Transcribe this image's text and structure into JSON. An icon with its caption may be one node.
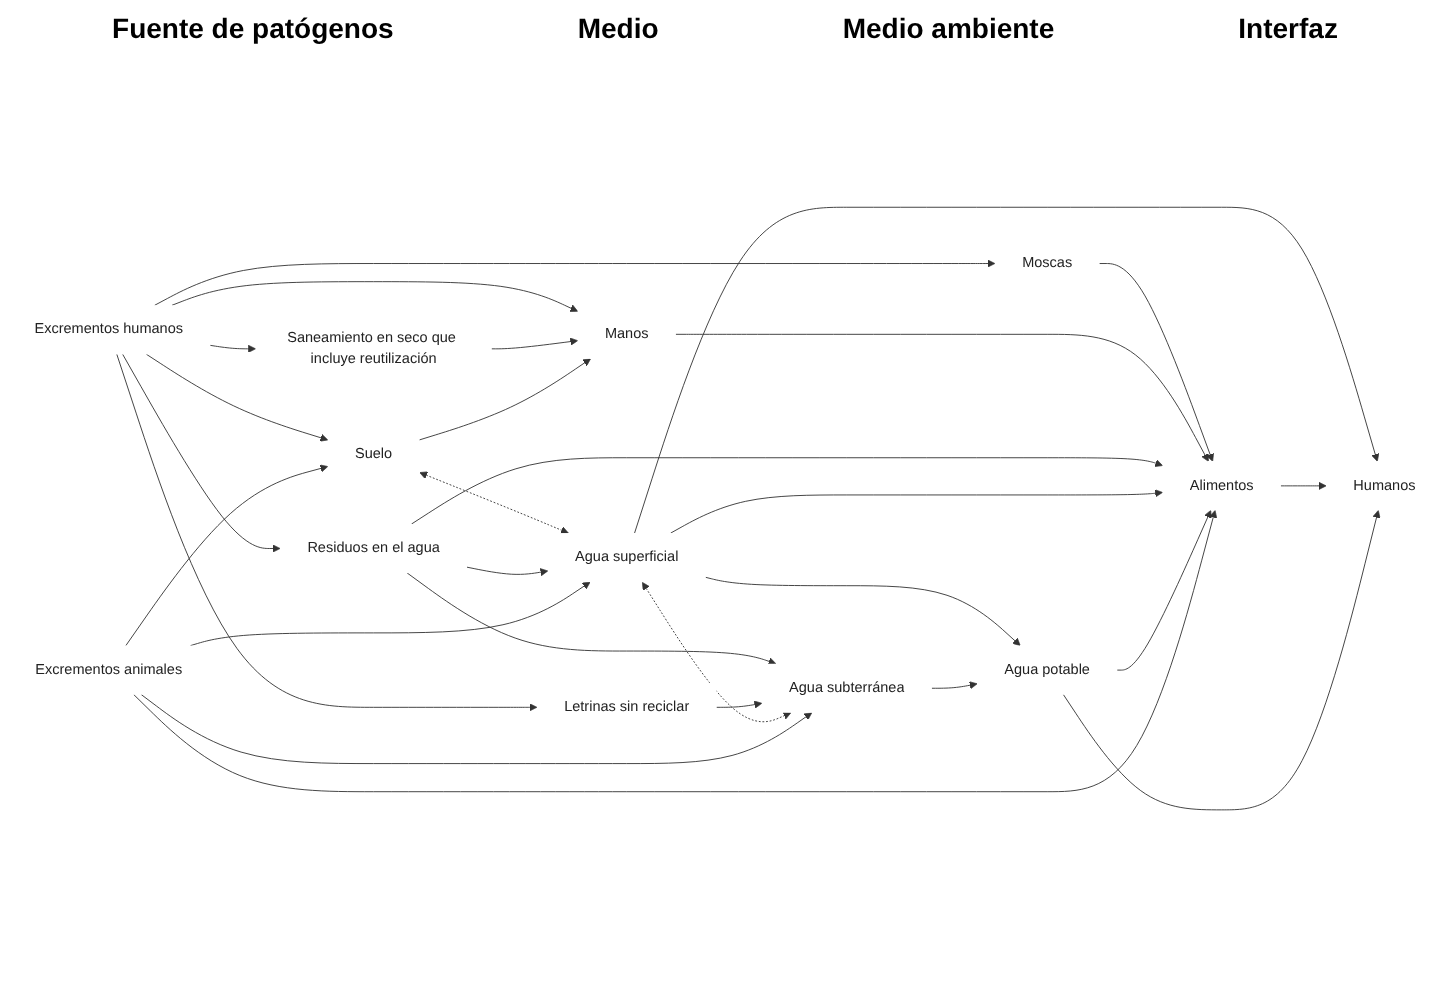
{
  "diagram": {
    "nodes": [
      {
        "text": [
          "Excrementos humanos"
        ]
      },
      {
        "text": [
          "Saneamiento en seco que incluye reutilización"
        ]
      },
      {
        "text": [
          "Manos"
        ]
      },
      {
        "text": [
          "Residuos en el agua"
        ]
      },
      {
        "text": [
          "Letrinas sin reciclar"
        ]
      },
      {
        "text": [
          "Moscas"
        ]
      },
      {
        "text": [
          "Suelo"
        ]
      },
      {
        "text": [
          "Agua superficial"
        ]
      },
      {
        "text": [
          "Agua subterránea"
        ]
      },
      {
        "text": [
          "Alimentos"
        ]
      },
      {
        "text": [
          "Agua potable"
        ]
      },
      {
        "text": [
          "Humanos"
        ]
      },
      {
        "text": [
          "Excrementos animales"
        ]
      }
    ],
    "edges": [
      {
        "from": 0,
        "to": 5,
        "arrow": "to"
      },
      {
        "from": 0,
        "to": 6,
        "arrow": "to"
      },
      {
        "from": 0,
        "to": 1,
        "arrow": "to"
      },
      {
        "from": 0,
        "to": 2,
        "arrow": "to"
      },
      {
        "from": 0,
        "to": 3,
        "arrow": "to"
      },
      {
        "from": 0,
        "to": 4,
        "arrow": "to"
      },
      {
        "from": 1,
        "to": 2,
        "arrow": "to"
      },
      {
        "from": 6,
        "to": 2,
        "arrow": "to"
      },
      {
        "from": 5,
        "to": 9,
        "arrow": "to"
      },
      {
        "from": 2,
        "to": 9,
        "arrow": "to"
      },
      {
        "from": 6,
        "to": 7,
        "arrow": "both",
        "style": "dashed"
      },
      {
        "from": 3,
        "to": 9,
        "arrow": "to"
      },
      {
        "from": 3,
        "to": 7,
        "arrow": "to"
      },
      {
        "from": 3,
        "to": 8,
        "arrow": "to"
      },
      {
        "from": 4,
        "to": 8,
        "arrow": "to"
      },
      {
        "from": 7,
        "to": 8,
        "arrow": "both",
        "style": "dashed"
      },
      {
        "from": 7,
        "to": 9,
        "arrow": "to"
      },
      {
        "from": 7,
        "to": 11,
        "arrow": "to"
      },
      {
        "from": 7,
        "to": 10,
        "arrow": "to"
      },
      {
        "from": 8,
        "to": 10,
        "arrow": "to"
      },
      {
        "from": 10,
        "to": 9,
        "arrow": "to"
      },
      {
        "from": 9,
        "to": 11,
        "arrow": "to"
      },
      {
        "from": 10,
        "to": 11,
        "arrow": "to"
      },
      {
        "from": 12,
        "to": 6,
        "arrow": "to"
      },
      {
        "from": 12,
        "to": 7,
        "arrow": "to"
      },
      {
        "from": 12,
        "to": 8,
        "arrow": "to"
      },
      {
        "from": 12,
        "to": 9,
        "arrow": "to"
      }
    ],
    "labels": [
      "Fuente de patógenos",
      "Medio",
      "Medio ambiente",
      "Interfaz"
    ]
  }
}
